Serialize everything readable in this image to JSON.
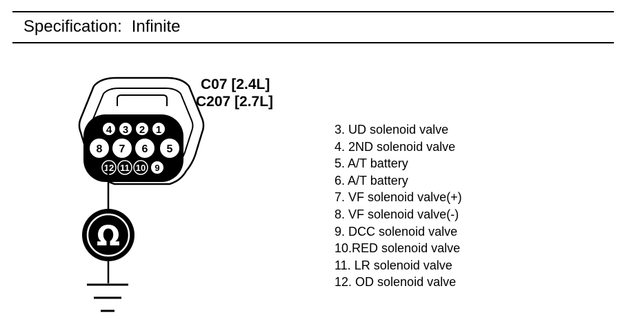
{
  "header": {
    "label": "Specification:",
    "value": "Infinite"
  },
  "connector": {
    "id_a": "C07 [2.4L]",
    "id_b": "C207 [2.7L]",
    "top_row": [
      "4",
      "3",
      "2",
      "1"
    ],
    "middle_row": [
      "8",
      "7",
      "6",
      "5"
    ],
    "bottom_row": [
      "12",
      "11",
      "10",
      "9"
    ]
  },
  "meter": {
    "symbol": "Ω"
  },
  "pins": [
    "3. UD solenoid valve",
    "4. 2ND solenoid valve",
    "5. A/T battery",
    "6. A/T battery",
    "7. VF solenoid valve(+)",
    "8. VF solenoid valve(-)",
    "9. DCC solenoid valve",
    "10.RED solenoid valve",
    "11. LR solenoid valve",
    "12. OD solenoid valve"
  ],
  "colors": {
    "ink": "#000000",
    "paper": "#ffffff"
  }
}
